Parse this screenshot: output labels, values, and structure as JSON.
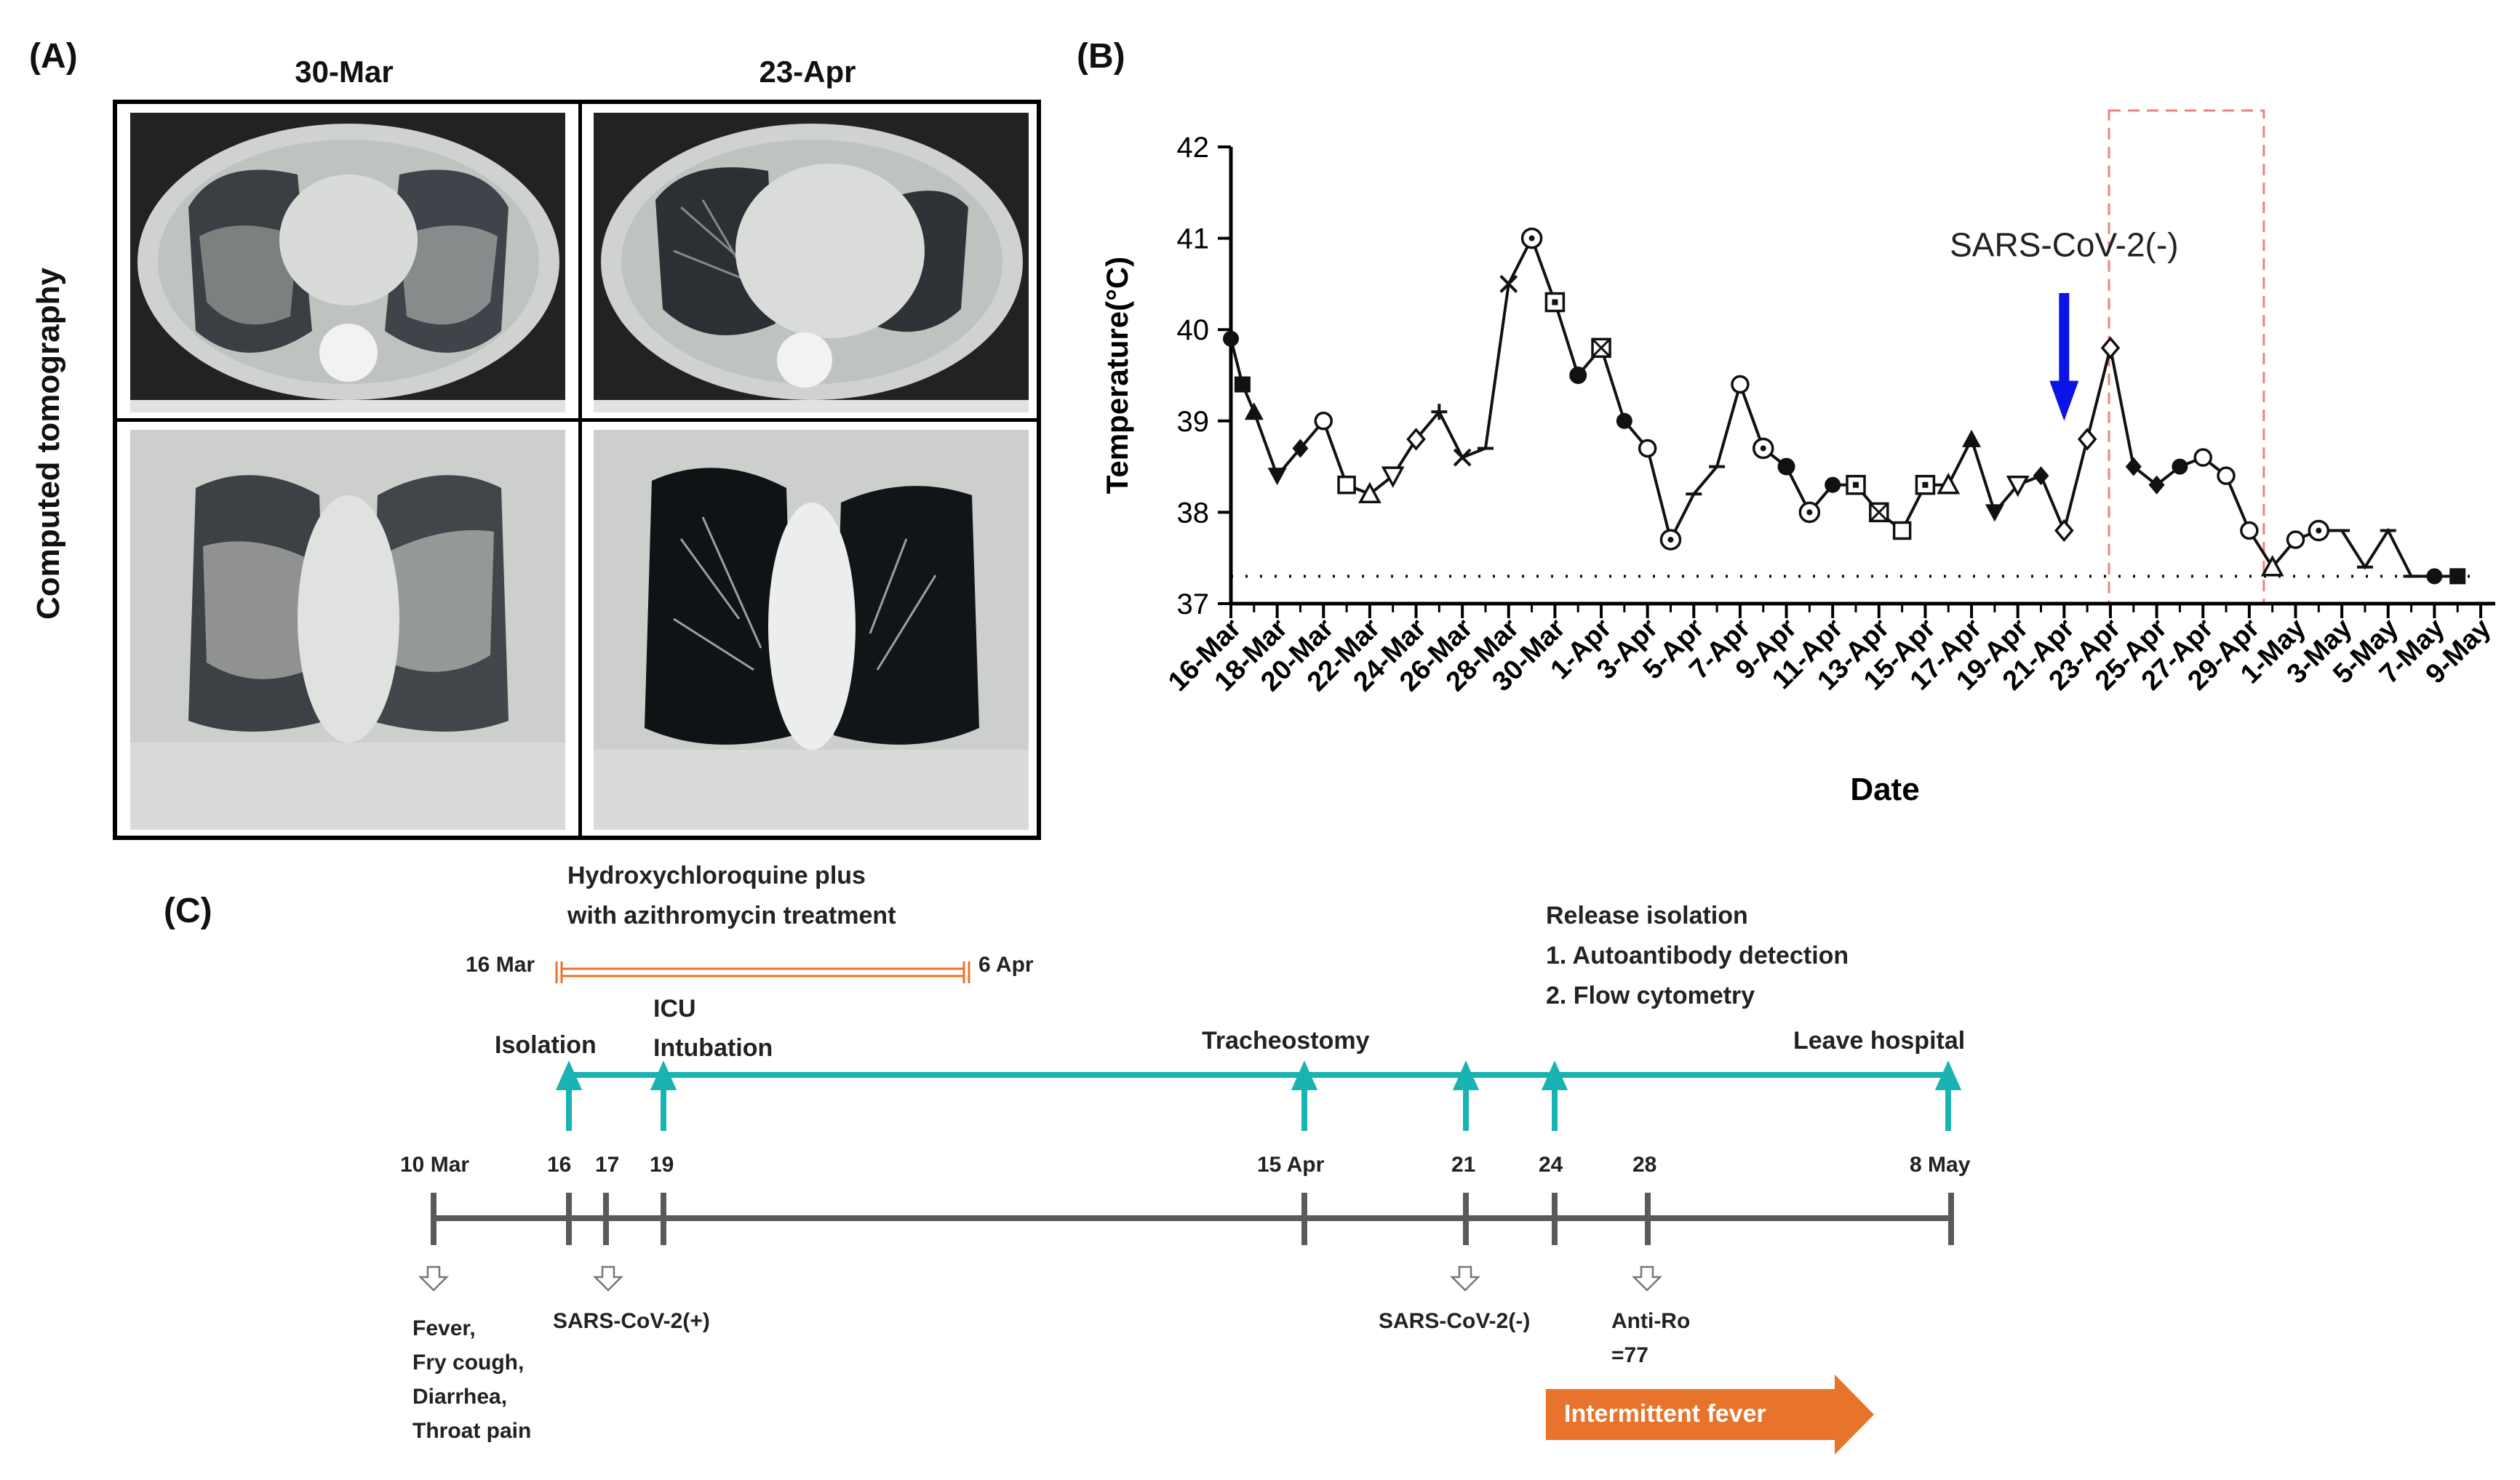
{
  "panel_a": {
    "label": "(A)",
    "col1_title": "30-Mar",
    "col2_title": "23-Apr",
    "row_label": "Computed tomography"
  },
  "panel_b": {
    "label": "(B)"
  },
  "chart_data": {
    "type": "line",
    "xlabel": "Date",
    "ylabel": "Temperature(°C)",
    "ylim": [
      37,
      42
    ],
    "yticks": [
      37,
      38,
      39,
      40,
      41,
      42
    ],
    "xtick_labels": [
      "16-Mar",
      "18-Mar",
      "20-Mar",
      "22-Mar",
      "24-Mar",
      "26-Mar",
      "28-Mar",
      "30-Mar",
      "1-Apr",
      "3-Apr",
      "5-Apr",
      "7-Apr",
      "9-Apr",
      "11-Apr",
      "13-Apr",
      "15-Apr",
      "17-Apr",
      "19-Apr",
      "21-Apr",
      "23-Apr",
      "25-Apr",
      "27-Apr",
      "29-Apr",
      "1-May",
      "3-May",
      "5-May",
      "7-May",
      "9-May"
    ],
    "annotation": "SARS-CoV-2(-)",
    "baseline": 37.3,
    "points": [
      {
        "x": "16-Mar",
        "y": 39.9,
        "m": "circle"
      },
      {
        "x": "16-Mar",
        "y": 39.4,
        "m": "square",
        "o": 0.5
      },
      {
        "x": "17-Mar",
        "y": 39.1,
        "m": "triangle"
      },
      {
        "x": "18-Mar",
        "y": 38.4,
        "m": "triangle-down"
      },
      {
        "x": "19-Mar",
        "y": 38.7,
        "m": "diamond"
      },
      {
        "x": "20-Mar",
        "y": 39.0,
        "m": "circle-open"
      },
      {
        "x": "21-Mar",
        "y": 38.3,
        "m": "square-open"
      },
      {
        "x": "22-Mar",
        "y": 38.2,
        "m": "triangle-open"
      },
      {
        "x": "23-Mar",
        "y": 38.4,
        "m": "triangle-down-open"
      },
      {
        "x": "24-Mar",
        "y": 38.8,
        "m": "diamond-open"
      },
      {
        "x": "25-Mar",
        "y": 39.1,
        "m": "cross"
      },
      {
        "x": "26-Mar",
        "y": 38.6,
        "m": "x"
      },
      {
        "x": "27-Mar",
        "y": 38.7,
        "m": "dash"
      },
      {
        "x": "28-Mar",
        "y": 40.5,
        "m": "x"
      },
      {
        "x": "29-Mar",
        "y": 41.0,
        "m": "circle-dot"
      },
      {
        "x": "30-Mar",
        "y": 40.3,
        "m": "square-dot"
      },
      {
        "x": "31-Mar",
        "y": 39.5,
        "m": "circle-x"
      },
      {
        "x": "1-Apr",
        "y": 39.8,
        "m": "square-x"
      },
      {
        "x": "2-Apr",
        "y": 39.0,
        "m": "circle"
      },
      {
        "x": "3-Apr",
        "y": 38.7,
        "m": "circle-open"
      },
      {
        "x": "4-Apr",
        "y": 37.7,
        "m": "circle-dot"
      },
      {
        "x": "5-Apr",
        "y": 38.2,
        "m": "dash"
      },
      {
        "x": "6-Apr",
        "y": 38.5,
        "m": "dash"
      },
      {
        "x": "7-Apr",
        "y": 39.4,
        "m": "circle-open"
      },
      {
        "x": "8-Apr",
        "y": 38.7,
        "m": "circle-dot"
      },
      {
        "x": "9-Apr",
        "y": 38.5,
        "m": "circle-x"
      },
      {
        "x": "10-Apr",
        "y": 38.0,
        "m": "circle-dot"
      },
      {
        "x": "11-Apr",
        "y": 38.3,
        "m": "circle"
      },
      {
        "x": "12-Apr",
        "y": 38.3,
        "m": "square-dot"
      },
      {
        "x": "13-Apr",
        "y": 38.0,
        "m": "square-x"
      },
      {
        "x": "14-Apr",
        "y": 37.8,
        "m": "square-open"
      },
      {
        "x": "15-Apr",
        "y": 38.3,
        "m": "square-dot"
      },
      {
        "x": "16-Apr",
        "y": 38.3,
        "m": "triangle-open"
      },
      {
        "x": "17-Apr",
        "y": 38.8,
        "m": "triangle"
      },
      {
        "x": "18-Apr",
        "y": 38.0,
        "m": "triangle-down"
      },
      {
        "x": "19-Apr",
        "y": 38.3,
        "m": "triangle-down-open"
      },
      {
        "x": "20-Apr",
        "y": 38.4,
        "m": "diamond"
      },
      {
        "x": "21-Apr",
        "y": 37.8,
        "m": "diamond-open"
      },
      {
        "x": "22-Apr",
        "y": 38.8,
        "m": "diamond-open"
      },
      {
        "x": "23-Apr",
        "y": 39.8,
        "m": "diamond-open"
      },
      {
        "x": "24-Apr",
        "y": 38.5,
        "m": "diamond"
      },
      {
        "x": "25-Apr",
        "y": 38.3,
        "m": "diamond"
      },
      {
        "x": "26-Apr",
        "y": 38.5,
        "m": "circle"
      },
      {
        "x": "27-Apr",
        "y": 38.6,
        "m": "circle-open"
      },
      {
        "x": "28-Apr",
        "y": 38.4,
        "m": "circle-open"
      },
      {
        "x": "29-Apr",
        "y": 37.8,
        "m": "circle-open"
      },
      {
        "x": "30-Apr",
        "y": 37.4,
        "m": "triangle-open"
      },
      {
        "x": "1-May",
        "y": 37.7,
        "m": "circle-open"
      },
      {
        "x": "2-May",
        "y": 37.8,
        "m": "circle-dot"
      },
      {
        "x": "3-May",
        "y": 37.8,
        "m": "dash"
      },
      {
        "x": "4-May",
        "y": 37.4,
        "m": "dash"
      },
      {
        "x": "5-May",
        "y": 37.8,
        "m": "dash"
      },
      {
        "x": "6-May",
        "y": 37.3,
        "m": "dash"
      },
      {
        "x": "7-May",
        "y": 37.3,
        "m": "circle"
      },
      {
        "x": "8-May",
        "y": 37.3,
        "m": "square"
      }
    ],
    "highlight": {
      "from": "23-Apr",
      "to": "29-Apr"
    },
    "arrow_at": "21-Apr"
  },
  "panel_c": {
    "label": "(C)",
    "treatment_line1": "Hydroxychloroquine plus",
    "treatment_line2": "with azithromycin treatment",
    "treatment_start": "16 Mar",
    "treatment_end": "6 Apr",
    "events": {
      "isolation": "Isolation",
      "icu": "ICU",
      "intubation": "Intubation",
      "tracheostomy": "Tracheostomy",
      "release_title": "Release isolation",
      "release_item1": "1. Autoantibody detection",
      "release_item2": "2. Flow cytometry",
      "leave": "Leave hospital"
    },
    "ticks": {
      "t10mar": "10 Mar",
      "t16": "16",
      "t17": "17",
      "t19": "19",
      "t15apr": "15 Apr",
      "t21": "21",
      "t24": "24",
      "t28": "28",
      "t8may": "8 May"
    },
    "notes": {
      "symptoms": [
        "Fever,",
        "Fry cough,",
        "Diarrhea,",
        "Throat pain"
      ],
      "pos": "SARS-CoV-2(+)",
      "neg": "SARS-CoV-2(-)",
      "anti1": "Anti-Ro",
      "anti2": "=77"
    },
    "fever_label": "Intermittent fever",
    "colors": {
      "teal": "#1ab3b3",
      "orange": "#e8732a",
      "gray": "#5a5a5a",
      "treat": "#e8732a"
    }
  }
}
